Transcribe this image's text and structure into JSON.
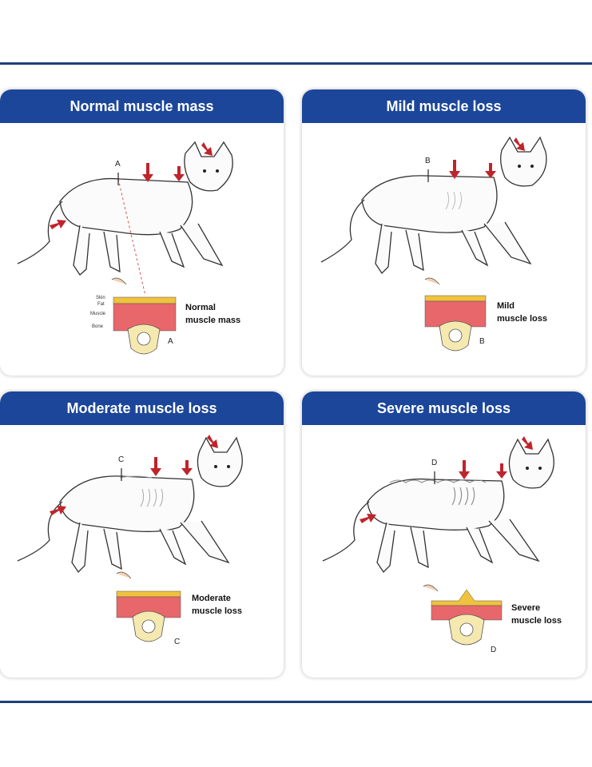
{
  "panels": [
    {
      "title": "Normal muscle mass",
      "caption_line1": "Normal",
      "caption_line2": "muscle mass",
      "letter": "A",
      "marker": "A",
      "layer_labels": [
        "Skin",
        "Fat",
        "Muscle",
        "Bone"
      ]
    },
    {
      "title": "Mild muscle loss",
      "caption_line1": "Mild",
      "caption_line2": "muscle loss",
      "letter": "B",
      "marker": "B"
    },
    {
      "title": "Moderate muscle loss",
      "caption_line1": "Moderate",
      "caption_line2": "muscle loss",
      "letter": "C",
      "marker": "C"
    },
    {
      "title": "Severe muscle loss",
      "caption_line1": "Severe",
      "caption_line2": "muscle loss",
      "letter": "D",
      "marker": "D"
    }
  ],
  "colors": {
    "header": "#1c469a",
    "arrow": "#c0242b",
    "muscle": "#e8676b",
    "fat": "#f0c23d",
    "bone": "#f6e9b0",
    "rule": "#1f3f7a"
  }
}
